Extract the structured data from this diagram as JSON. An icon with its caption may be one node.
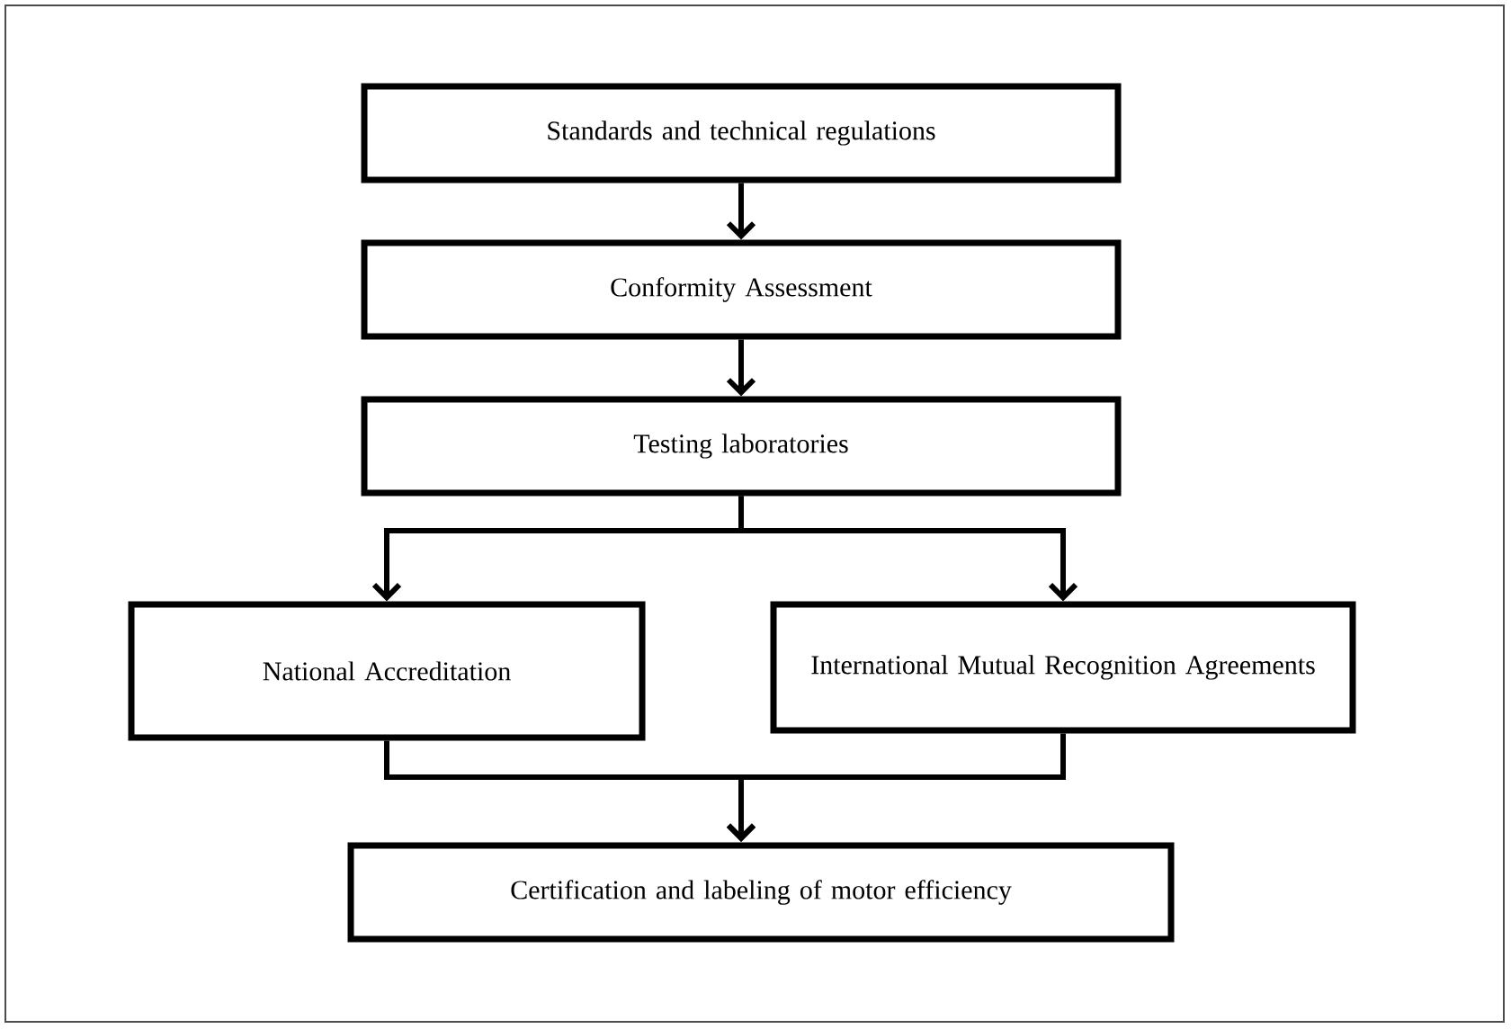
{
  "diagram": {
    "nodes": [
      {
        "text": [
          "Standards and technical regulations"
        ]
      },
      {
        "text": [
          "Conformity Assessment"
        ]
      },
      {
        "text": [
          "Testing laboratories"
        ]
      },
      {
        "text": [
          "National Accreditation"
        ]
      },
      {
        "text": [
          "International Mutual Recognition Agreements"
        ]
      },
      {
        "text": [
          "Certification and labeling of motor efficiency"
        ]
      }
    ],
    "edges": [
      {
        "from": 0,
        "to": 1,
        "arrow": "to"
      },
      {
        "from": 1,
        "to": 2,
        "arrow": "to"
      },
      {
        "from": 2,
        "to": 3,
        "arrow": "to"
      },
      {
        "from": 2,
        "to": 4,
        "arrow": "to"
      },
      {
        "from": 3,
        "to": 5,
        "arrow": "to"
      },
      {
        "from": 4,
        "to": 5,
        "arrow": "to"
      }
    ]
  }
}
